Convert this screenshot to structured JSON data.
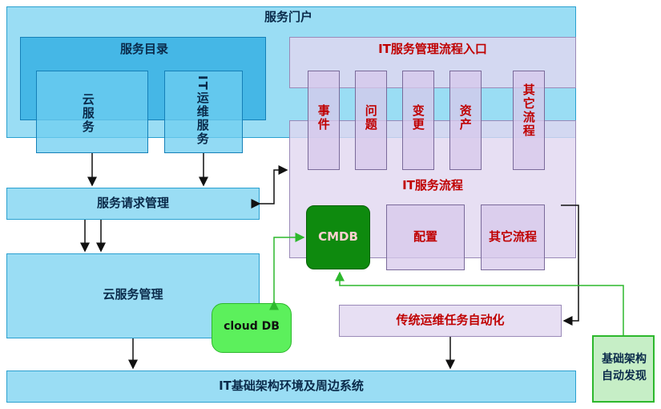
{
  "portal": {
    "title": "服务门户"
  },
  "catalog": {
    "title": "服务目录",
    "items": [
      "云服务",
      "IT运维服务"
    ]
  },
  "itsm_entry": {
    "title": "IT服务管理流程入口",
    "processes": [
      "事件",
      "问题",
      "变更",
      "资产",
      "其它流程"
    ]
  },
  "service_request": {
    "label": "服务请求管理"
  },
  "it_process": {
    "title": "IT服务流程",
    "cmdb": "CMDB",
    "config": "配置",
    "other": "其它流程"
  },
  "cloud_mgmt": {
    "label": "云服务管理"
  },
  "cloud_db": {
    "label": "cloud DB"
  },
  "automation": {
    "label": "传统运维任务自动化"
  },
  "infrastructure": {
    "label": "IT基础架构环境及周边系统"
  },
  "discovery": {
    "label": "基础架构自动发现"
  },
  "colors": {
    "blue_fill": "#78d2f0",
    "lavender_fill": "#e1d7f0",
    "process_text": "#c00000",
    "green": "#2db82d",
    "cmdb_fill": "#0e8a0e"
  }
}
